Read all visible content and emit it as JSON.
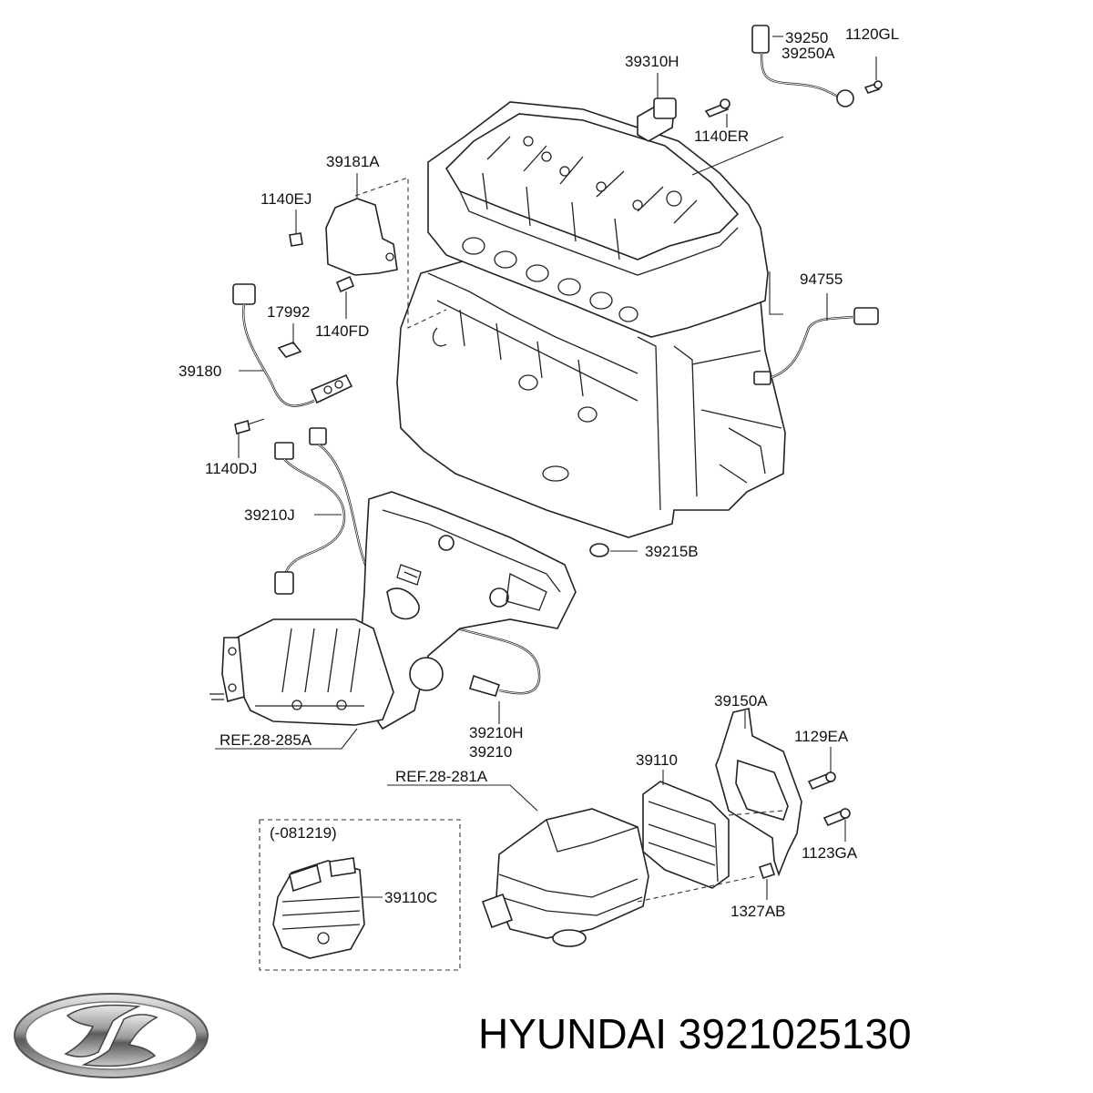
{
  "labels": {
    "p39250": "39250",
    "p1120GL": "1120GL",
    "p39250A": "39250A",
    "p39310H": "39310H",
    "p1140ER": "1140ER",
    "p39181A": "39181A",
    "p1140EJ": "1140EJ",
    "p17992": "17992",
    "p1140FD": "1140FD",
    "p94755": "94755",
    "p39180": "39180",
    "p1140DJ": "1140DJ",
    "p39210J": "39210J",
    "p39215B": "39215B",
    "p39150A": "39150A",
    "p1129EA": "1129EA",
    "p39110": "39110",
    "ref285": "REF.28-285A",
    "p39210H": "39210H",
    "p39210": "39210",
    "ref281": "REF.28-281A",
    "p1123GA": "1123GA",
    "p1327AB": "1327AB",
    "p081219": "(-081219)",
    "p39110C": "39110C"
  },
  "brand": {
    "caption": "HYUNDAI 3921025130",
    "logo_icon": "hyundai-logo"
  }
}
